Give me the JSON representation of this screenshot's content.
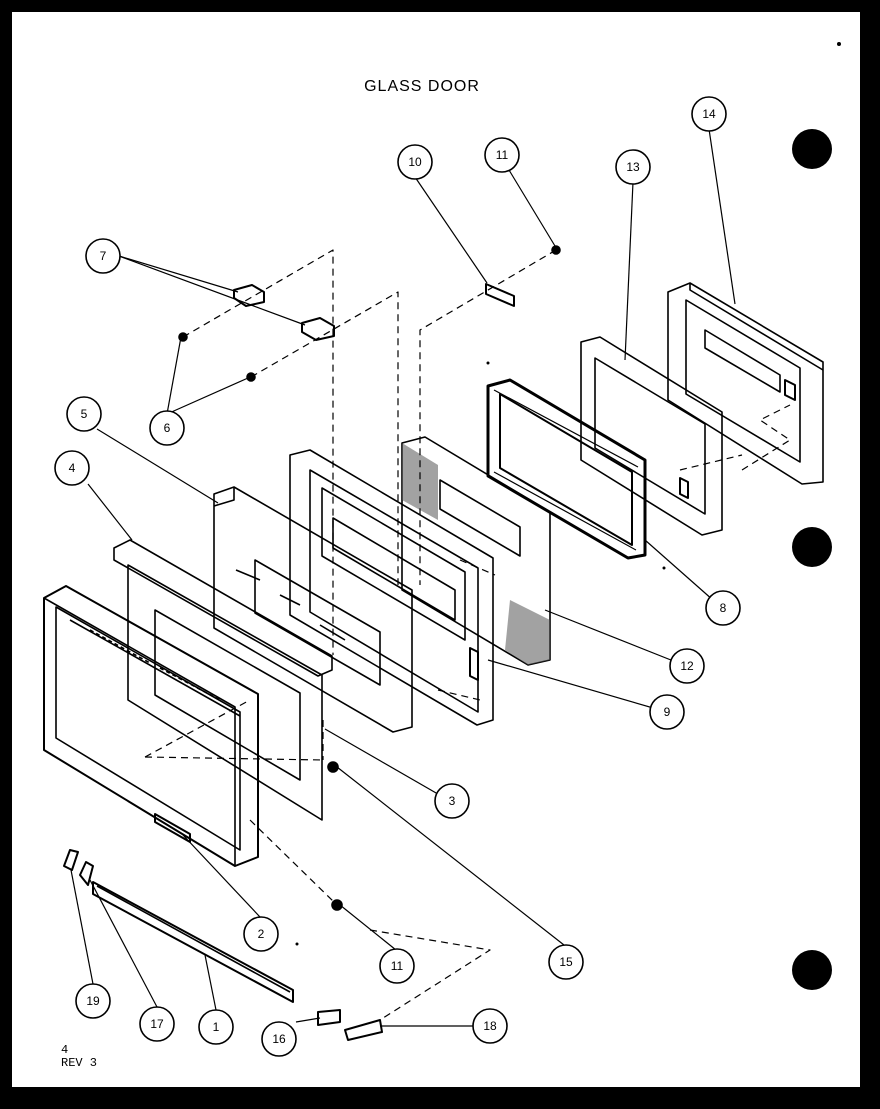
{
  "title": "GLASS DOOR",
  "footer": {
    "line1": "4",
    "line2": "REV 3"
  },
  "callouts": [
    "14",
    "13",
    "10",
    "11",
    "7",
    "6",
    "5",
    "4",
    "12",
    "8",
    "9",
    "3",
    "2",
    "15",
    "11",
    "19",
    "17",
    "1",
    "16",
    "18"
  ]
}
